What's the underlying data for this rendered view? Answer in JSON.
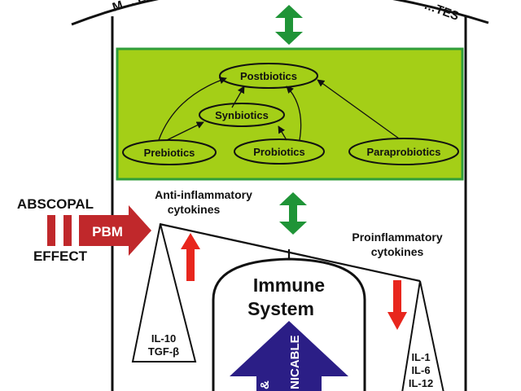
{
  "header": {
    "arc_left_text": "M… ELE…",
    "arc_right_text": "…TES"
  },
  "biotics_box": {
    "fill_color": "#a4cf17",
    "border_color": "#2f9e3a",
    "nodes": {
      "postbiotics": "Postbiotics",
      "synbiotics": "Synbiotics",
      "prebiotics": "Prebiotics",
      "probiotics": "Probiotics",
      "paraprobiotics": "Paraprobiotics"
    }
  },
  "left_panel": {
    "abscopal": "ABSCOPAL",
    "pbm": "PBM",
    "effect": "EFFECT",
    "arrow_color": "#c0282b"
  },
  "balance": {
    "anti_inflammatory_line1": "Anti-inflammatory",
    "anti_inflammatory_line2": "cytokines",
    "proinflammatory_line1": "Proinflammatory",
    "proinflammatory_line2": "cytokines",
    "left_cytokines": [
      "IL-10",
      "TGF-β"
    ],
    "right_cytokines": [
      "IL-1",
      "IL-6",
      "IL-12"
    ],
    "up_arrow_color": "#e8261d",
    "down_arrow_color": "#e8261d",
    "double_arrow_color": "#1f9437"
  },
  "immune": {
    "line1": "Immune",
    "line2": "System",
    "arrow_text_1": "NICABLE",
    "arrow_text_2": "&",
    "arrow_color": "#2b1e86"
  }
}
